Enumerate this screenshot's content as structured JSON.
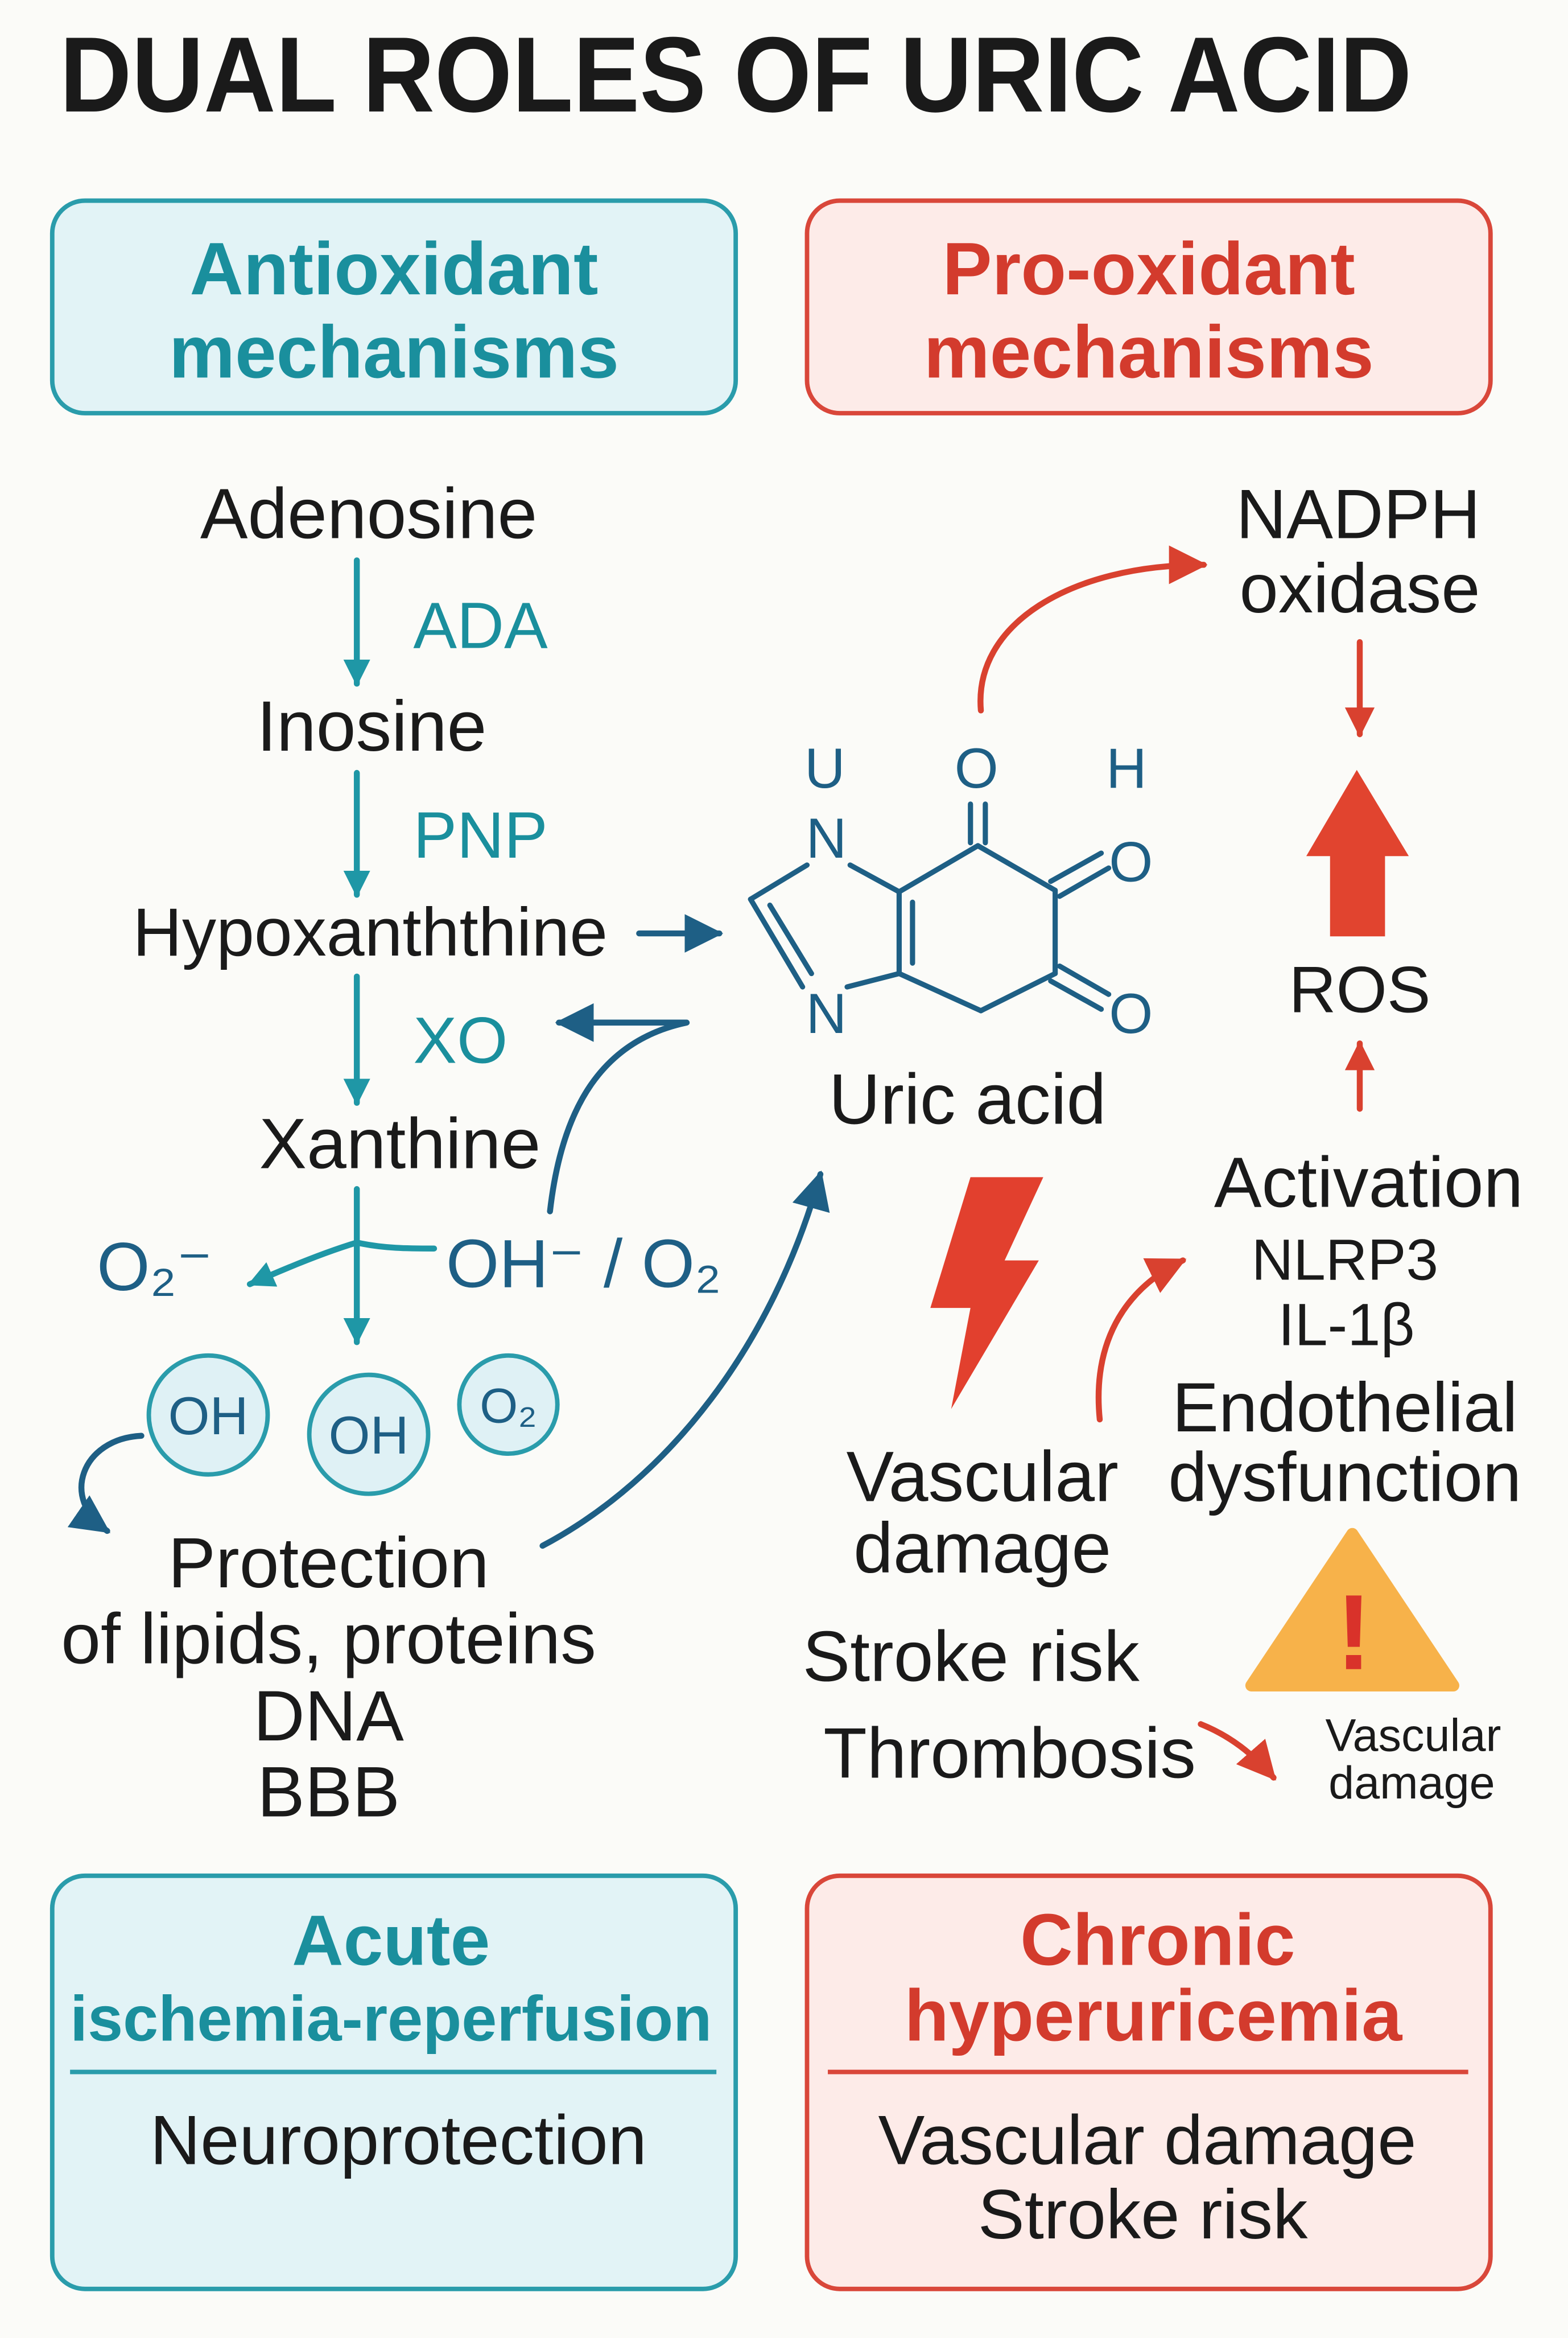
{
  "title": "DUAL ROLES OF URIC ACID",
  "header_boxes": {
    "antioxidant": {
      "lines": [
        "Antioxidant",
        "mechanisms"
      ]
    },
    "prooxidant": {
      "lines": [
        "Pro-oxidant",
        "mechanisms"
      ]
    }
  },
  "antioxidant_pathway": {
    "steps": [
      "Adenosine",
      "Inosine",
      "Hypoxanththine",
      "Xanthine"
    ],
    "enzymes": [
      "ADA",
      "PNP",
      "XO"
    ],
    "products": {
      "left": "O₂⁻",
      "right": "OH⁻ / O₂"
    },
    "radicals": [
      "OH",
      "OH",
      "O₂"
    ],
    "protection_lines": [
      "Protection",
      "of lipids, proteins",
      "DNA",
      "BBB"
    ]
  },
  "uric_acid": {
    "label": "Uric acid",
    "structure_labels": {
      "top": [
        "U",
        "O",
        "H"
      ],
      "n_top": "N",
      "n_bottom": "N",
      "o_right_top": "O",
      "o_right_bottom": "O"
    }
  },
  "prooxidant_pathway": {
    "nadph_lines": [
      "NADPH",
      "oxidase"
    ],
    "ros": "ROS",
    "activation": "Activation",
    "activation_items": [
      "NLRP3",
      "IL-1β"
    ],
    "endothelial_lines": [
      "Endothelial",
      "dysfunction"
    ],
    "vascular_damage_lines": [
      "Vascular",
      "damage"
    ],
    "stroke_risk": "Stroke risk",
    "thrombosis": "Thrombosis",
    "warning_symbol": "!",
    "warning_outcome_lines": [
      "Vascular",
      "damage"
    ]
  },
  "footer_boxes": {
    "acute": {
      "title_lines": [
        "Acute",
        "ischemia-reperfusion"
      ],
      "body_lines": [
        "Neuroprotection"
      ]
    },
    "chronic": {
      "title_lines": [
        "Chronic",
        "hyperuricemia"
      ],
      "body_lines": [
        "Vascular damage",
        "Stroke risk"
      ]
    }
  },
  "icons": {
    "lightning": "lightning-bolt-icon",
    "warning": "warning-triangle-icon",
    "ros_arrow": "thick-up-arrow-icon"
  },
  "colors": {
    "teal": "#1a8f9d",
    "dark_teal": "#1e5f85",
    "red": "#d33b2d",
    "warning": "#f7b24a",
    "teal_fill": "#e2f3f6",
    "red_fill": "#fdebe8",
    "text": "#1a1a1a",
    "background": "#fbfbf8"
  }
}
